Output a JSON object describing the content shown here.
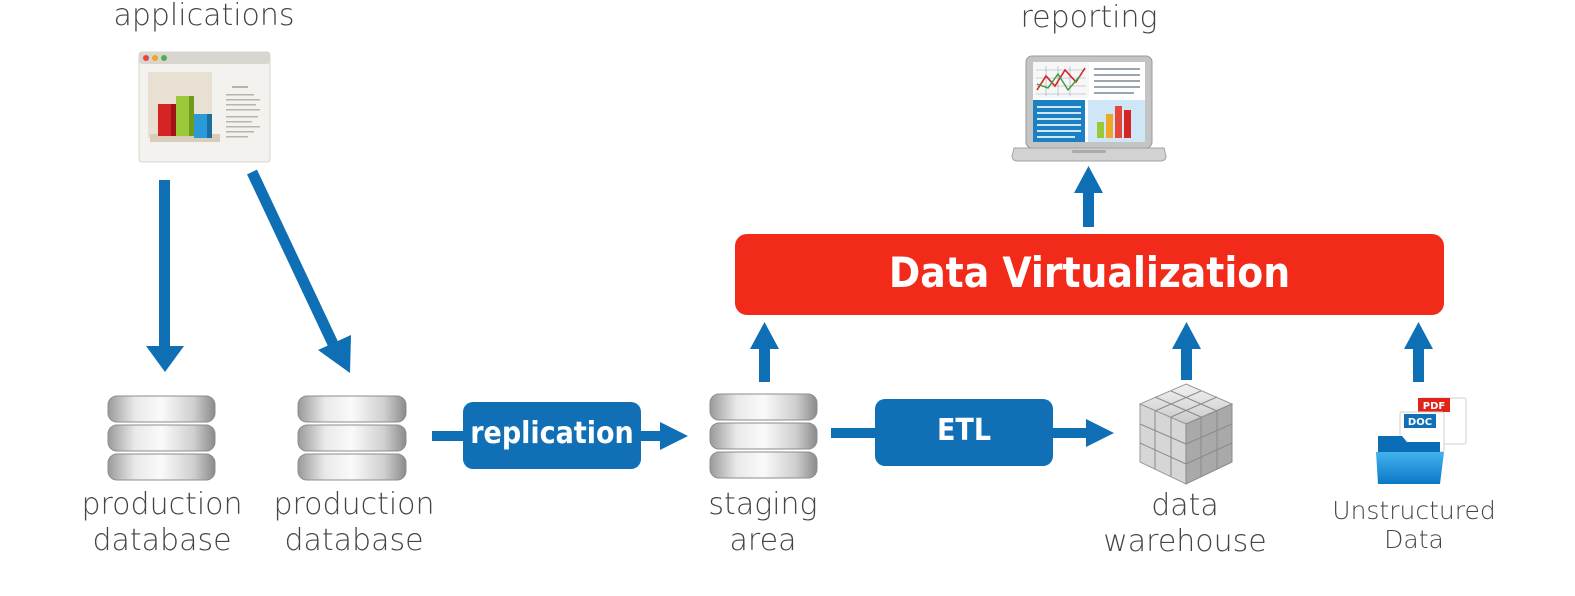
{
  "labels": {
    "applications": "applications",
    "reporting": "reporting",
    "production_db_1": {
      "line1": "production",
      "line2": "database"
    },
    "production_db_2": {
      "line1": "production",
      "line2": "database"
    },
    "staging_area": {
      "line1": "staging",
      "line2": "area"
    },
    "data_warehouse": {
      "line1": "data",
      "line2": "warehouse"
    },
    "unstructured_data": {
      "line1": "Unstructured",
      "line2": "Data"
    }
  },
  "boxes": {
    "data_virtualization": "Data Virtualization",
    "replication": "replication",
    "etl": "ETL"
  },
  "file_badges": {
    "pdf": "PDF",
    "doc": "DOC"
  },
  "colors": {
    "arrow_blue": "#0f6fb4",
    "box_blue": "#1170b5",
    "virtualization_red": "#f22a1a",
    "label_gray": "#444444"
  },
  "icons": {
    "applications": "application-window-icon",
    "reporting": "laptop-report-icon",
    "database": "database-icon",
    "warehouse": "data-cube-icon",
    "unstructured": "document-folder-icon"
  }
}
